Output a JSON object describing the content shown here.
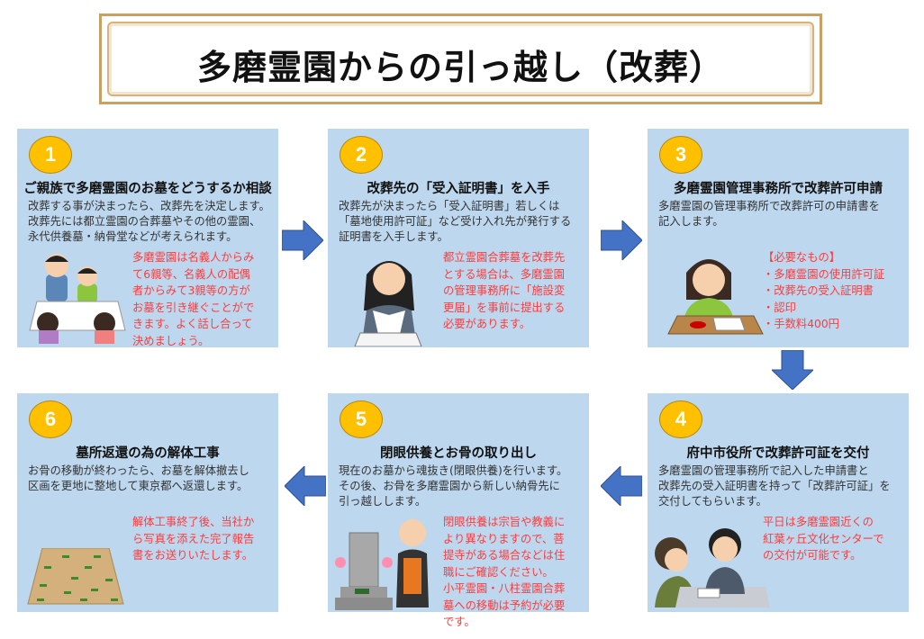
{
  "title": "多磨霊園からの引っ越し（改葬）",
  "colors": {
    "panel": "#bdd7ee",
    "badge": "#ffc000",
    "arrow": "#4472c4",
    "note": "#ff3b3b",
    "frame": "#c9a063"
  },
  "steps": [
    {
      "number": "1",
      "title": "ご親族で多磨霊園のお墓をどうするか相談",
      "body": [
        "改葬する事が決まったら、改葬先を決定します。",
        "改葬先には都立霊園の合葬墓やその他の霊園、",
        "永代供養墓・納骨堂などが考えられます。"
      ],
      "note": [
        "多磨霊園は名義人からみ",
        "て6親等、名義人の配偶",
        "者からみて3親等の方が",
        "お墓を引き継ぐことがで",
        "きます。よく話し合って",
        "決めましょう。"
      ],
      "illustration": "family-discussion"
    },
    {
      "number": "2",
      "title": "改葬先の「受入証明書」を入手",
      "body": [
        "改葬先が決まったら「受入証明書」若しくは",
        "「墓地使用許可証」など受け入れ先が発行する",
        "証明書を入手します。"
      ],
      "note": [
        "都立霊園合葬墓を改葬先",
        "とする場合は、多磨霊園",
        "の管理事務所に「施設変",
        "更届」を事前に提出する",
        "必要があります。"
      ],
      "illustration": "woman-with-document"
    },
    {
      "number": "3",
      "title": "多磨霊園管理事務所で改葬許可申請",
      "body": [
        "多磨霊園の管理事務所で改葬許可の申請書を",
        "記入します。"
      ],
      "note": [
        "【必要なもの】",
        "・多磨霊園の使用許可証",
        "・改葬先の受入証明書",
        "・認印",
        "・手数料400円"
      ],
      "illustration": "woman-writing"
    },
    {
      "number": "4",
      "title": "府中市役所で改葬許可証を交付",
      "body": [
        "多磨霊園の管理事務所で記入した申請書と",
        "改葬先の受入証明書を持って「改葬許可証」を",
        "交付してもらいます。"
      ],
      "note": [
        "平日は多磨霊園近くの",
        "紅葉ヶ丘文化センターで",
        "の交付が可能です。"
      ],
      "illustration": "counter-service"
    },
    {
      "number": "5",
      "title": "閉眼供養とお骨の取り出し",
      "body": [
        "現在のお墓から魂抜き(閉眼供養)を行います。",
        "その後、お骨を多磨霊園から新しい納骨先に",
        "引っ越しします。"
      ],
      "note": [
        "閉眼供養は宗旨や教義に",
        "より異なりますので、菩",
        "提寺がある場合などは住",
        "職にご確認ください。",
        "小平霊園・八柱霊園合葬",
        "墓への移動は予約が必要",
        "です。"
      ],
      "illustration": "monk-and-grave"
    },
    {
      "number": "6",
      "title": "墓所返還の為の解体工事",
      "body": [
        "お骨の移動が終わったら、お墓を解体撤去し",
        "区画を更地に整地して東京都へ返還します。"
      ],
      "note": [
        "解体工事終了後、当社か",
        "ら写真を添えた完了報告",
        "書をお送りいたします。"
      ],
      "illustration": "empty-lot"
    }
  ]
}
